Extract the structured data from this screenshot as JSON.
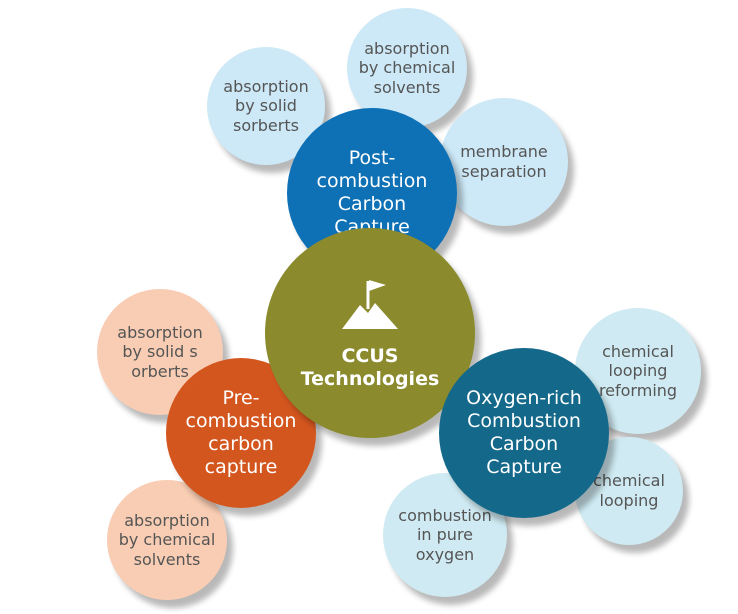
{
  "colors": {
    "center": "#8b8a2d",
    "post_main": "#0e70b5",
    "post_leaf": "#cde9f7",
    "pre_main": "#d4561f",
    "pre_leaf": "#f8cdb3",
    "oxy_main": "#14688a",
    "oxy_leaf": "#cfeaf2"
  },
  "center": {
    "label": "CCUS\nTechnologies",
    "icon": "mountain-flag-icon"
  },
  "post": {
    "label": "Post-\ncombustion\nCarbon\nCapture",
    "leaves": [
      "absorption\nby solid\nsorberts",
      "absorption\nby chemical\nsolvents",
      "membrane\nseparation"
    ]
  },
  "pre": {
    "label": "Pre-\ncombustion\ncarbon\ncapture",
    "leaves": [
      "absorption\nby solid s\norberts",
      "absorption\nby chemical\nsolvents"
    ]
  },
  "oxy": {
    "label": "Oxygen-rich\nCombustion\nCarbon\nCapture",
    "leaves": [
      "chemical\nlooping\nreforming",
      "chemical\nlooping",
      "combustion\nin pure\noxygen"
    ]
  }
}
